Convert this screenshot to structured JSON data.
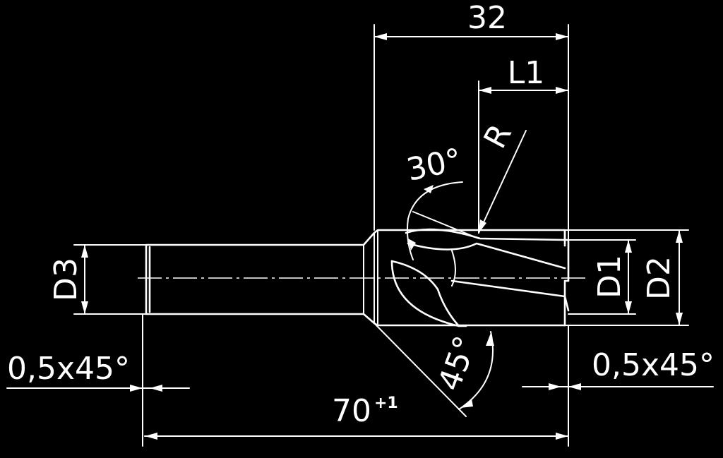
{
  "dimensions": {
    "head_length": "32",
    "l1": "L1",
    "radius": "R",
    "angle_top": "30°",
    "angle_bottom": "45°",
    "d1": "D1",
    "d2": "D2",
    "d3": "D3",
    "chamfer_left": "0,5x45°",
    "chamfer_right": "0,5x45°",
    "total_length": "70",
    "total_tolerance": "+1"
  },
  "colors": {
    "background": "#000000",
    "line": "#ffffff"
  }
}
